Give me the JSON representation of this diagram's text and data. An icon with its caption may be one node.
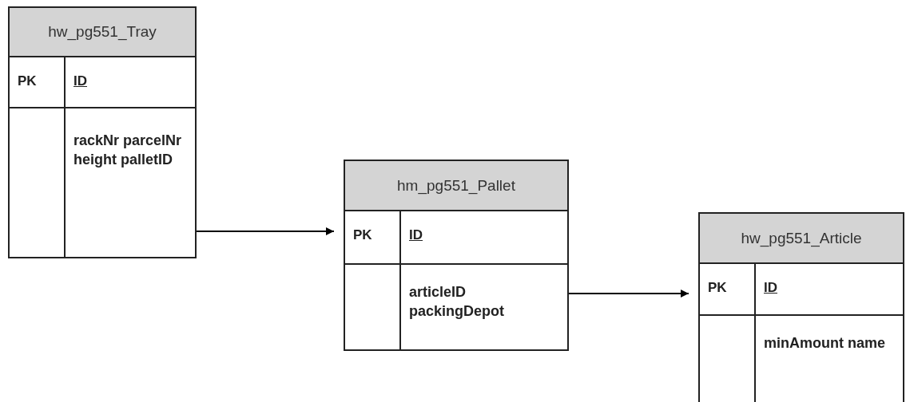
{
  "diagram": {
    "nodes": [
      {
        "text": [
          "hw_pg551_Tray",
          "PK",
          "ID",
          "rackNr parcelNr height palletID"
        ]
      },
      {
        "text": [
          "hm_pg551_Pallet",
          "PK",
          "ID",
          "articleID packingDepot"
        ]
      },
      {
        "text": [
          "hw_pg551_Article",
          "PK",
          "ID",
          "minAmount name"
        ]
      }
    ],
    "edges": [
      {
        "from": 0,
        "to": 1,
        "arrow": "to"
      },
      {
        "from": 1,
        "to": 2,
        "arrow": "to"
      }
    ]
  }
}
